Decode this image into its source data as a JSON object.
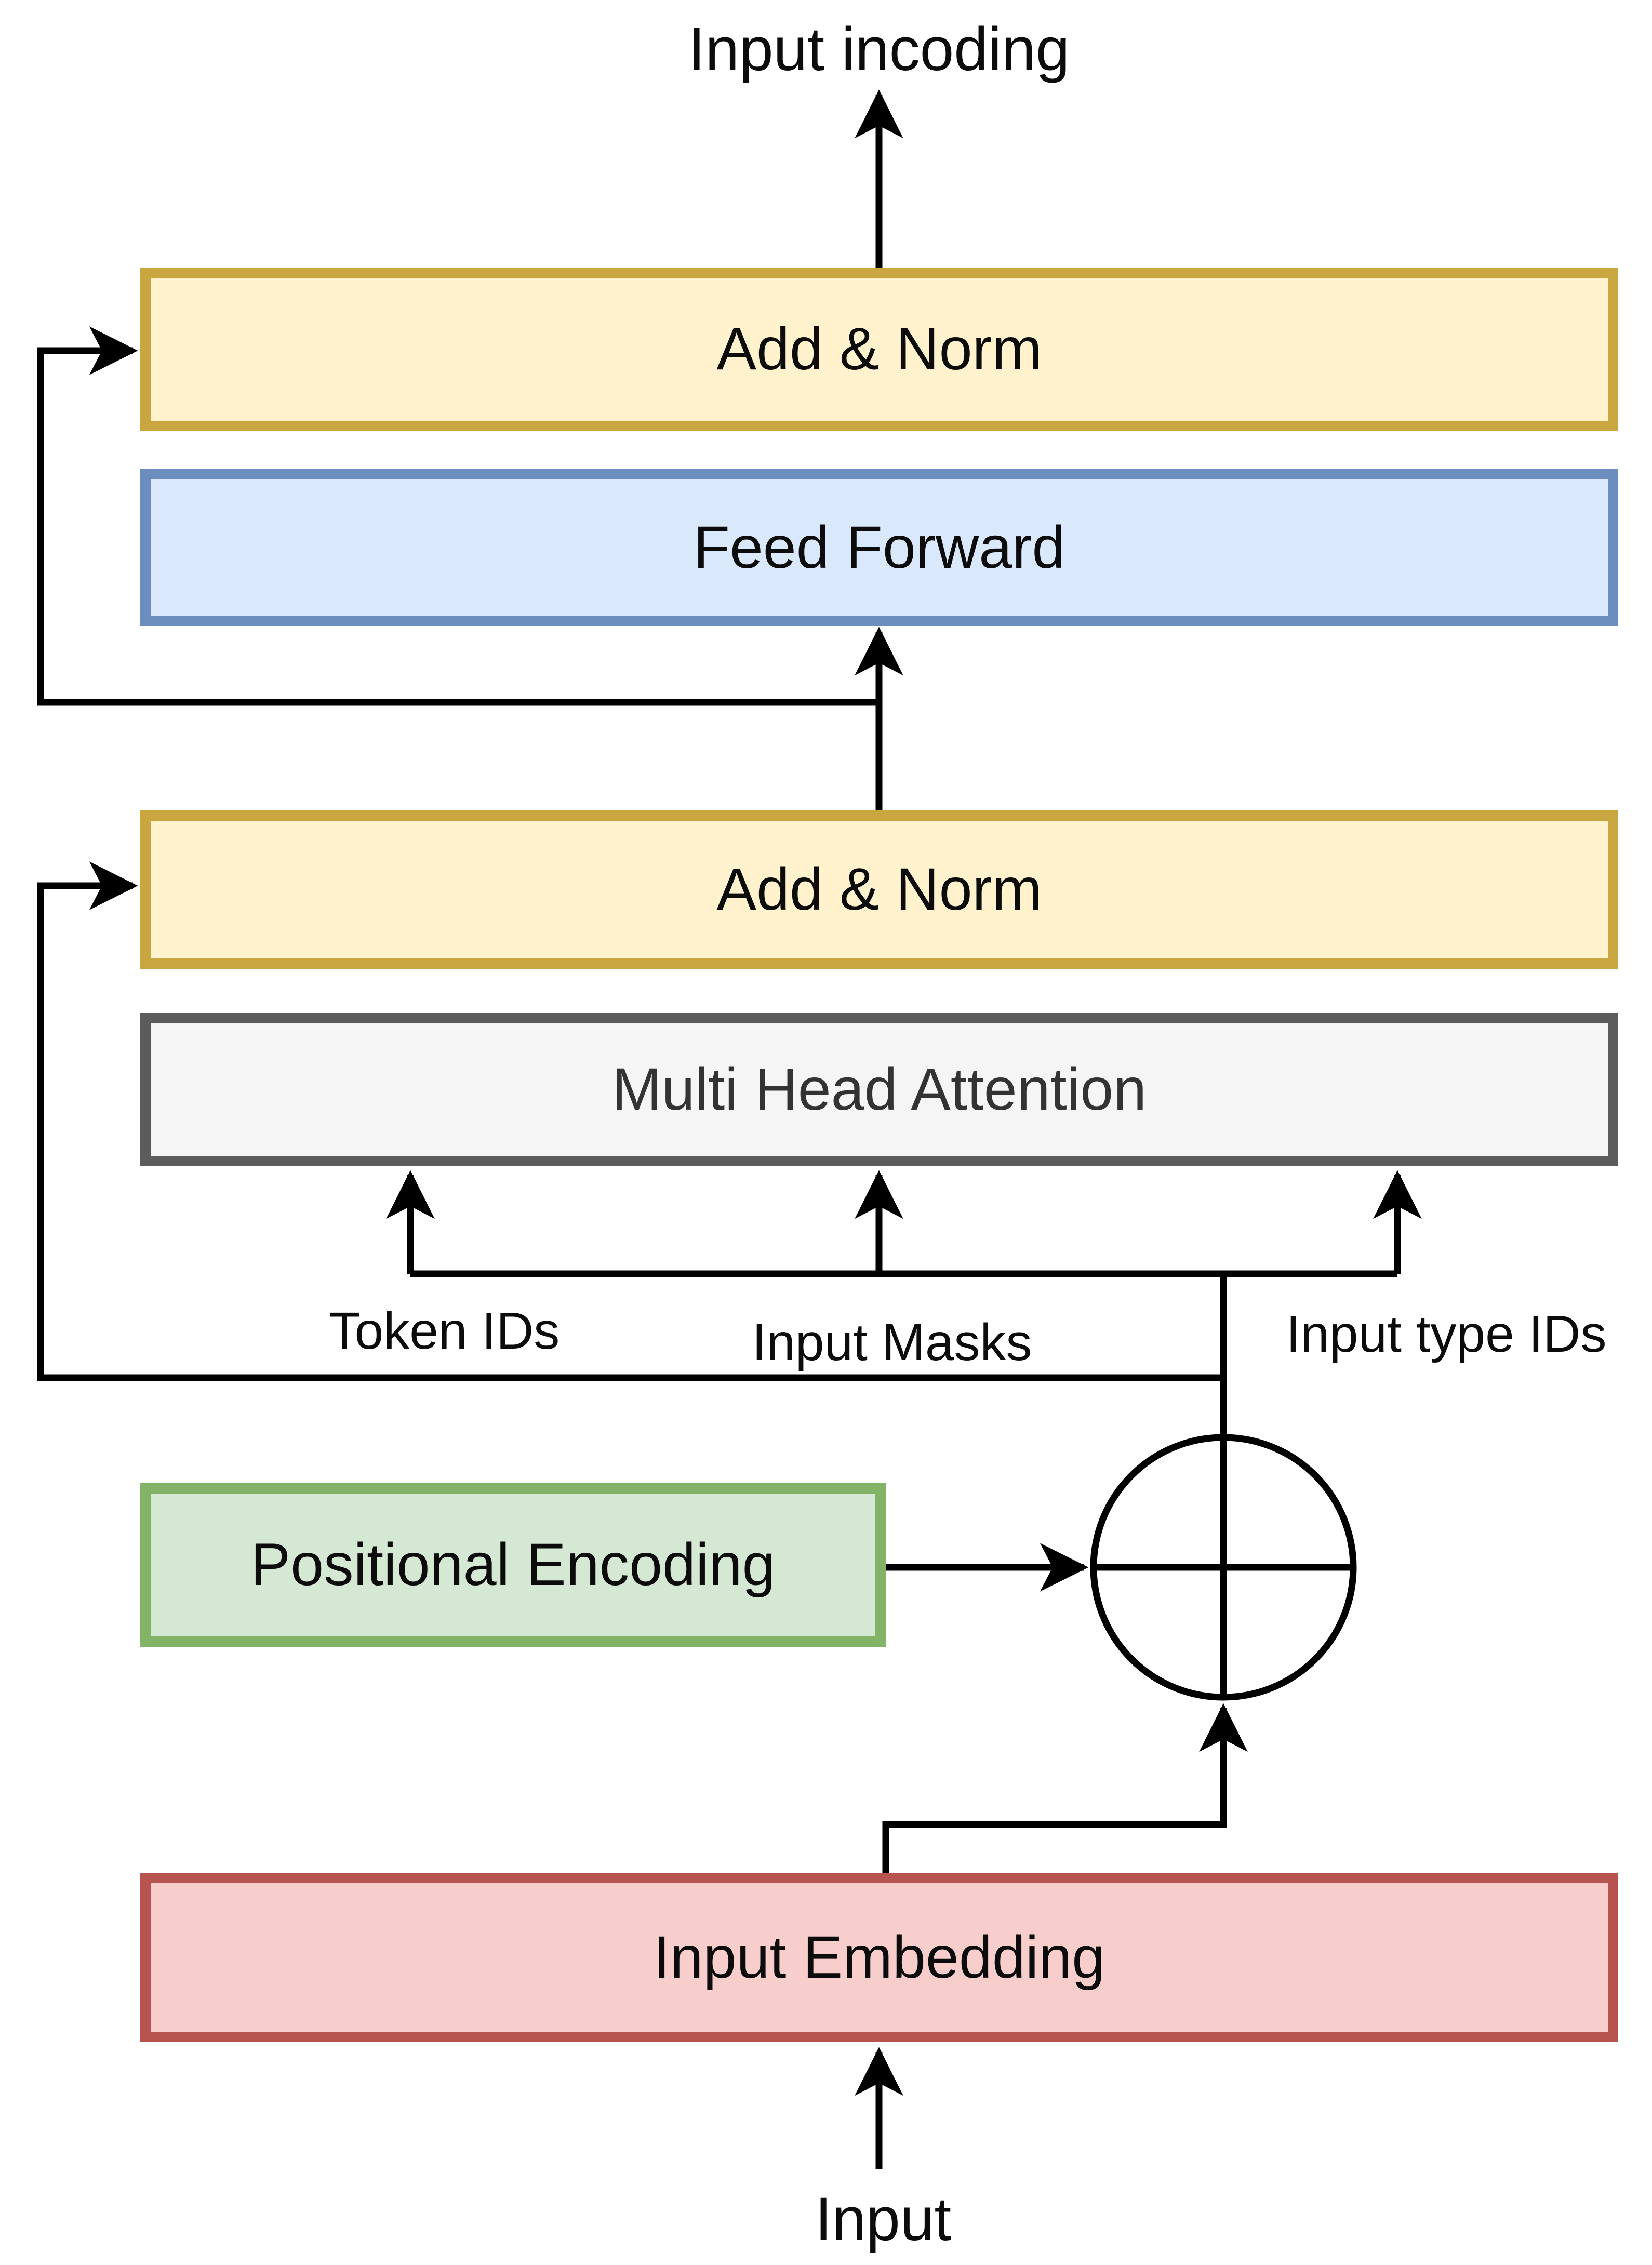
{
  "diagram_title": "Input incoding",
  "boxes": {
    "add_norm_top": {
      "label": "Add & Norm"
    },
    "feed_forward": {
      "label": "Feed Forward"
    },
    "add_norm_bottom": {
      "label": "Add & Norm"
    },
    "multi_head_attention": {
      "label": "Multi Head Attention"
    },
    "positional_encoding": {
      "label": "Positional Encoding"
    },
    "input_embedding": {
      "label": "Input Embedding"
    }
  },
  "input_labels": {
    "token_ids": "Token IDs",
    "input_masks": "Input Masks",
    "input_type_ids": "Input type IDs"
  },
  "bottom_label": "Input",
  "operator_icon": "circle-plus",
  "colors": {
    "add_norm_fill": "#FFF2CC",
    "add_norm_border": "#C9A63F",
    "feed_forward_fill": "#DAE8FC",
    "feed_forward_border": "#6C8EBF",
    "attention_fill": "#F5F5F5",
    "attention_border": "#5C5C5C",
    "positional_fill": "#D5E8D4",
    "positional_border": "#82B366",
    "embedding_fill": "#F8CECC",
    "embedding_border": "#B85450",
    "line_color": "#000000"
  }
}
